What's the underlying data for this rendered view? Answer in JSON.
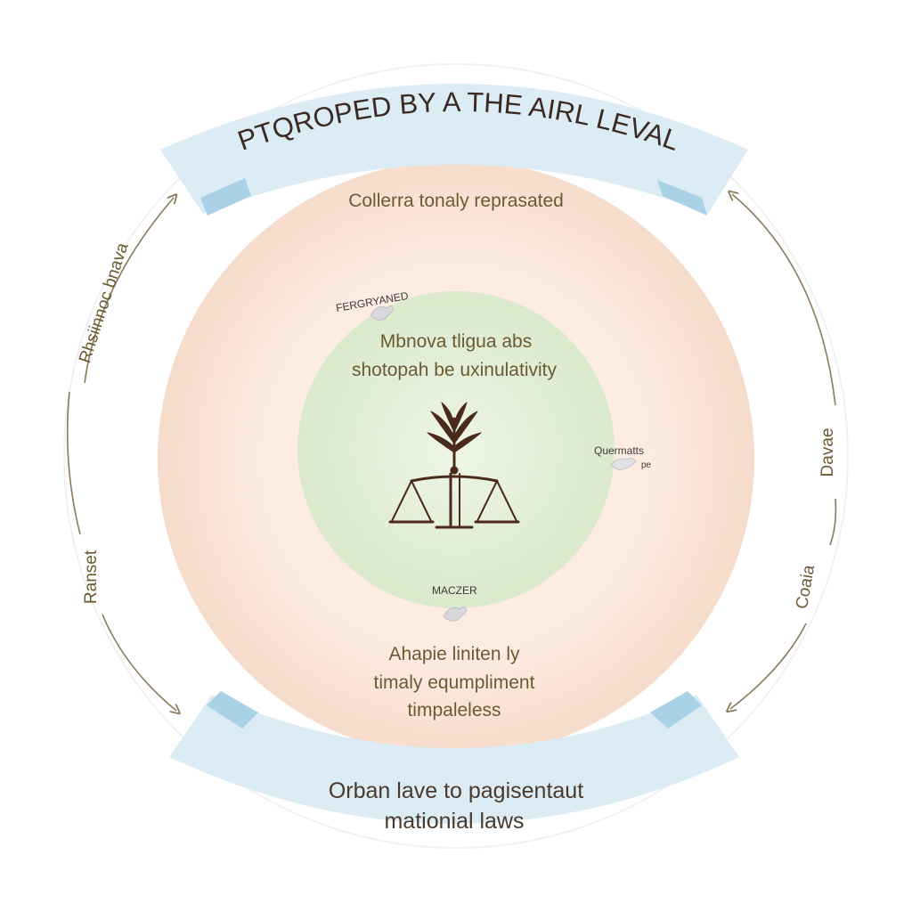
{
  "top_banner": {
    "text": "PTQROPED BY A THE AIRL LEVAL"
  },
  "bottom_banner": {
    "line1": "Orban lave to pagisentaut",
    "line2": "mationial laws"
  },
  "outer_circle": {
    "top_text": "Collerra tonaly reprasated"
  },
  "inner_circle": {
    "line1": "Mbnova tligua abs",
    "line2": "shotopah be uxinulativity"
  },
  "lower_text": {
    "line1": "Ahapie liniten ly",
    "line2": "timaly equmpliment",
    "line3": "timpaleless"
  },
  "small_labels": {
    "top_left": "FERGRYANED",
    "right": "Quermatts",
    "right_sub": "pe",
    "bottom": "MACZER"
  },
  "side_labels": {
    "left_upper": "Rhsiinnoc bnava",
    "left_lower": "Ranset",
    "right_upper": "Davae",
    "right_lower": "Coaia"
  },
  "colors": {
    "banner": "#dcecf4",
    "banner_tab": "#a9d2e6",
    "outer_circle": "#f8e4d7",
    "inner_circle": "#e2eed5",
    "arrow": "#8a7a5a",
    "icon": "#4a2a1a"
  },
  "icons": {
    "center": "scales-of-justice-with-plant-icon",
    "bird": "dove-icon"
  }
}
